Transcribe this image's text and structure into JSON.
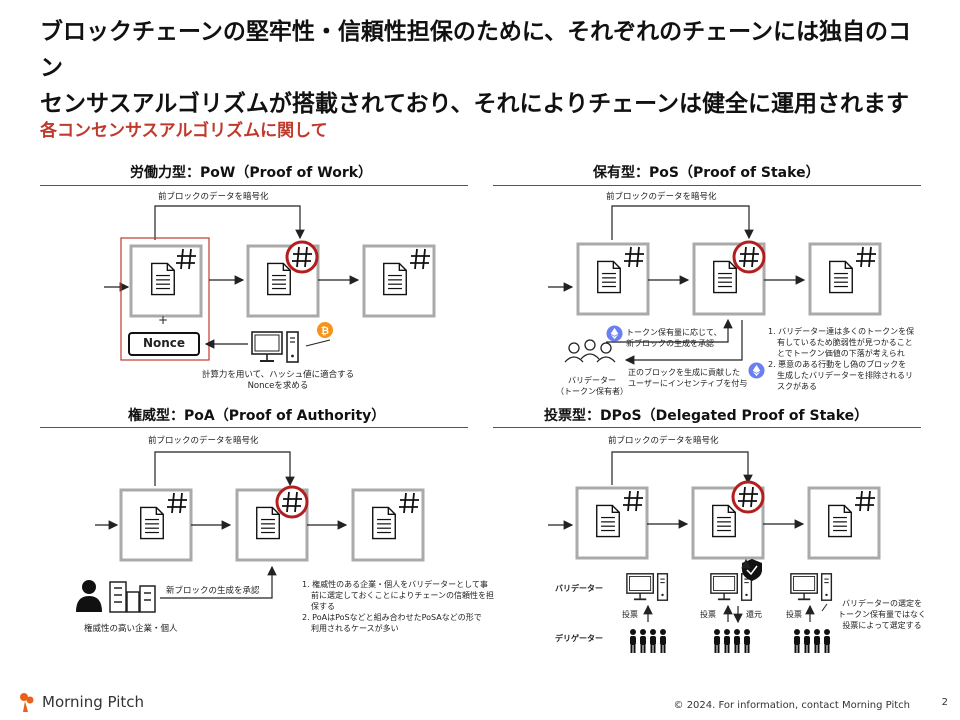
{
  "headline": {
    "line1": "ブロックチェーンの堅牢性・信頼性担保のために、それぞれのチェーンには独自のコン",
    "line2": "センサスアルゴリズムが搭載されており、それによりチェーンは健全に運用されます"
  },
  "section_title": "各コンセンサスアルゴリズムに関して",
  "pow": {
    "title": "労働力型：PoW（Proof of Work）",
    "hash_label": "前ブロックのデータを暗号化",
    "plus": "+",
    "nonce": "Nonce",
    "caption_line1": "計算力を用いて、ハッシュ値に適合する",
    "caption_line2": "Nonceを求める"
  },
  "pos": {
    "title": "保有型：PoS（Proof of Stake）",
    "hash_label": "前ブロックのデータを暗号化",
    "flow1_line1": "トークン保有量に応じて、",
    "flow1_line2": "新ブロックの生成を承認",
    "flow2_line1": "正のブロックを生成に貢献した",
    "flow2_line2": "ユーザーにインセンティブを付与",
    "validator_line1": "バリデーター",
    "validator_line2": "（トークン保有者）",
    "note1_line1": "1. バリデーター達は多くのトークンを保",
    "note1_line2": "有しているため脆弱性が見つかること",
    "note1_line3": "とでトークン価値の下落が考えられ",
    "note2_line1": "2. 悪意のある行動をし偽のブロックを",
    "note2_line2": "生成したバリデーターを排除されるリ",
    "note2_line3": "スクがある"
  },
  "poa": {
    "title": "権威型：PoA（Proof of Authority）",
    "hash_label": "前ブロックのデータを暗号化",
    "approve": "新ブロックの生成を承認",
    "authority": "権威性の高い企業・個人",
    "note1_line1": "1. 権威性のある企業・個人をバリデーターとして事",
    "note1_line2": "前に選定しておくことによりチェーンの信頼性を担",
    "note1_line3": "保する",
    "note2_line1": "2. PoAはPoSなどと組み合わせたPoSAなどの形で",
    "note2_line2": "利用されるケースが多い"
  },
  "dpos": {
    "title": "投票型：DPoS（Delegated Proof of Stake）",
    "hash_label": "前ブロックのデータを暗号化",
    "validator": "バリデーター",
    "delegator": "デリゲーター",
    "vote1": "投票",
    "vote2": "投票",
    "return": "還元",
    "vote3": "投票",
    "note_line1": "バリデーターの選定を",
    "note_line2": "トークン保有量ではなく",
    "note_line3": "投票によって選定する"
  },
  "footer": {
    "logo_text": "Morning Pitch",
    "copyright": "© 2024. For information, contact Morning Pitch",
    "page": "2"
  },
  "colors": {
    "accent": "#c0392b",
    "block_border": "#aaaaaa",
    "eth": "#6a7ff0",
    "btc": "#f7931a"
  }
}
